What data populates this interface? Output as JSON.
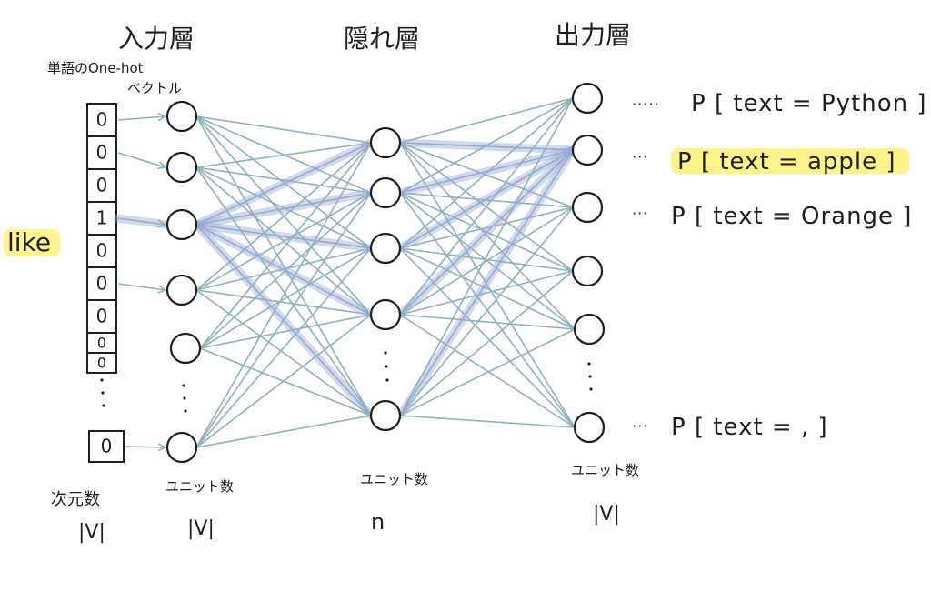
{
  "layers": {
    "input_title": "入力層",
    "hidden_title": "隠れ層",
    "output_title": "出力層"
  },
  "vector": {
    "label_line1": "単語のOne-hot",
    "label_line2": "ベクトル",
    "values": [
      "0",
      "0",
      "0",
      "1",
      "0",
      "0",
      "0",
      "0",
      "0"
    ],
    "last_value": "0",
    "dims_label": "次元数",
    "dims_value": "|V|"
  },
  "word": {
    "text": "like",
    "highlight_color": "#fff176"
  },
  "units": {
    "input_label": "ユニット数",
    "input_value": "|V|",
    "hidden_label": "ユニット数",
    "hidden_value": "n",
    "output_label": "ユニット数",
    "output_value": "|V|"
  },
  "outputs": [
    {
      "prefix": "·····",
      "formula": "P [ text = Python ]",
      "highlighted": false
    },
    {
      "prefix": "···",
      "formula": "P [ text = apple ]",
      "highlighted": true
    },
    {
      "prefix": "···",
      "formula": "P [ text = Orange ]",
      "highlighted": false
    },
    {
      "prefix": "···",
      "formula": "P [ text = , ]",
      "highlighted": false
    }
  ],
  "colors": {
    "edge": "#8fb0bd",
    "highlight_path": "#9aa8d6",
    "ink": "#1f1f1f"
  }
}
